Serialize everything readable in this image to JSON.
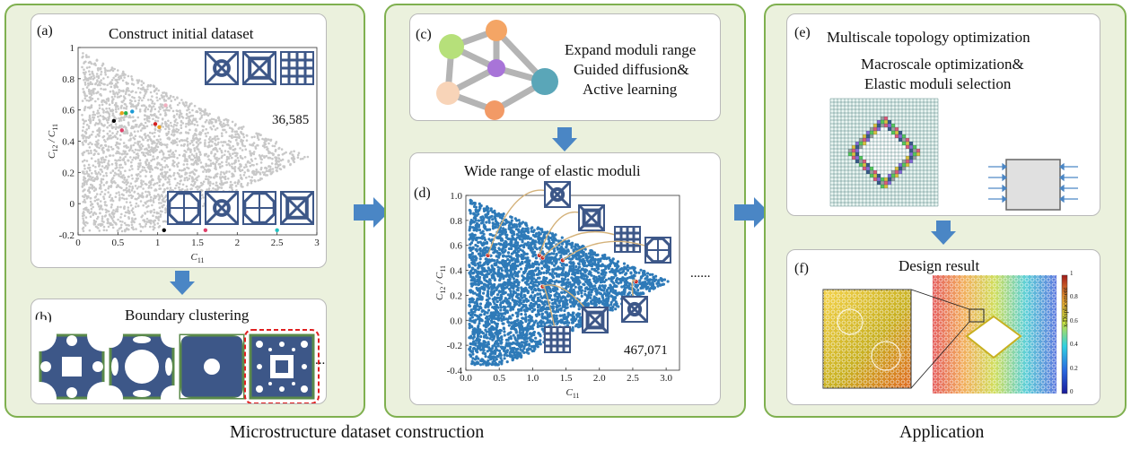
{
  "colors": {
    "panel_bg": "#ebf1dd",
    "panel_border": "#7fb04f",
    "arrow": "#4a86c5",
    "struct": "#3d5788",
    "cloud_gray": "#c8c8c8",
    "cloud_blue": "#2e7ab8"
  },
  "captions": {
    "left": "Microstructure dataset construction",
    "right": "Application"
  },
  "panel_a": {
    "label": "(a)",
    "title": "Construct initial dataset",
    "count": "36,585",
    "xlabel": "C11",
    "ylabel": "C12 / C11"
  },
  "panel_b": {
    "label": "(b)",
    "title": "Boundary clustering",
    "ellipsis": "......"
  },
  "panel_c": {
    "label": "(c)",
    "line1": "Expand moduli range",
    "line2": "Guided diffusion&",
    "line3": "Active learning"
  },
  "panel_d": {
    "label": "(d)",
    "title": "Wide range of elastic moduli",
    "count": "467,071",
    "ellipsis": "......",
    "xlabel": "C11",
    "ylabel": "C12 / C11"
  },
  "panel_e": {
    "label": "(e)",
    "title": "Multiscale topology optimization",
    "line1": "Macroscale optimization&",
    "line2": "Elastic moduli selection"
  },
  "panel_f": {
    "label": "(f)",
    "title": "Design result",
    "colorbar_label": "x-Displacement",
    "colorbar_ticks": [
      "1",
      "0.8",
      "0.6",
      "0.4",
      "0.2",
      "0"
    ]
  },
  "chart_data": [
    {
      "type": "scatter",
      "panel": "(a)",
      "xlabel": "C11",
      "ylabel": "C12 / C11",
      "xlim": [
        0,
        3
      ],
      "ylim": [
        -0.2,
        1
      ],
      "xticks": [
        "0",
        "0.5",
        "1",
        "1.5",
        "2",
        "2.5",
        "3"
      ],
      "yticks": [
        "1",
        "0.8",
        "0.6",
        "0.4",
        "0.2",
        "0",
        "-0.2"
      ],
      "annotation": "36,585",
      "highlight_points": [
        {
          "x": 0.45,
          "y": 0.53,
          "color": "#000000"
        },
        {
          "x": 0.55,
          "y": 0.58,
          "color": "#e8a020"
        },
        {
          "x": 0.6,
          "y": 0.58,
          "color": "#2ab04a"
        },
        {
          "x": 0.68,
          "y": 0.59,
          "color": "#1a9ad6"
        },
        {
          "x": 0.55,
          "y": 0.47,
          "color": "#e0406a"
        },
        {
          "x": 0.97,
          "y": 0.51,
          "color": "#d42020"
        },
        {
          "x": 1.02,
          "y": 0.49,
          "color": "#e8a020"
        },
        {
          "x": 1.1,
          "y": 0.63,
          "color": "#f0b0c0"
        },
        {
          "x": 1.08,
          "y": -0.17,
          "color": "#000000"
        },
        {
          "x": 1.6,
          "y": -0.17,
          "color": "#e0406a"
        },
        {
          "x": 2.5,
          "y": -0.17,
          "color": "#20c0c0"
        }
      ]
    },
    {
      "type": "scatter",
      "panel": "(d)",
      "xlabel": "C11",
      "ylabel": "C12 / C11",
      "xlim": [
        0,
        3.2
      ],
      "ylim": [
        -0.4,
        1.0
      ],
      "xticks": [
        "0.0",
        "0.5",
        "1.0",
        "1.5",
        "2.0",
        "2.5",
        "3.0"
      ],
      "yticks": [
        "1.0",
        "0.8",
        "0.6",
        "0.4",
        "0.2",
        "0.0",
        "-0.2",
        "-0.4"
      ],
      "annotation": "467,071",
      "highlight_points": [
        {
          "x": 0.33,
          "y": 0.52
        },
        {
          "x": 1.1,
          "y": 0.52
        },
        {
          "x": 1.15,
          "y": 0.5
        },
        {
          "x": 1.45,
          "y": 0.48
        },
        {
          "x": 1.15,
          "y": 0.27
        },
        {
          "x": 2.55,
          "y": 0.31
        }
      ]
    }
  ]
}
